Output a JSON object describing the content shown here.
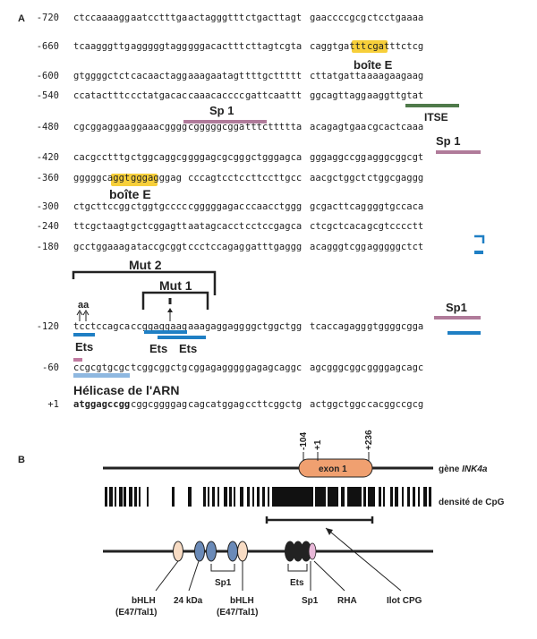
{
  "panel_a": {
    "label": "A",
    "rows": [
      {
        "num": "-720",
        "seq": [
          "ctccaaaagg",
          "aatcctttga",
          "actagggttt",
          "ctgacttagt",
          "gaaccccgcg",
          "ctcctgaaaa"
        ]
      },
      {
        "num": "-660",
        "seq": [
          "tcaagggttg",
          "agggggtagg",
          "gggacacttt",
          "cttagtcgta",
          "caggtgattt",
          "cgatttctcg"
        ]
      },
      {
        "num": "-600",
        "seq": [
          "gtggggctct",
          "cacaactagg",
          "aaagaatagt",
          "tttgcttttt",
          "cttatgatta",
          "aaagaagaag"
        ]
      },
      {
        "num": "-540",
        "seq": [
          "ccatactttc",
          "cctatgacac",
          "caaacacccc",
          "gattcaattt",
          "ggcagttagg",
          "aaggttgtat"
        ]
      },
      {
        "num": "-480",
        "seq": [
          "cgcggaggaa",
          "ggaaacgggg",
          "cgggggcgga",
          "tttcttttta",
          "acagagtgaa",
          "cgcactcaaa"
        ]
      },
      {
        "num": "-420",
        "seq": [
          "cacgcctttg",
          "ctggcaggcg",
          "gggagcgcgg",
          "gctgggagca",
          "gggaggccgg",
          "agggcggcgt"
        ]
      },
      {
        "num": "-360",
        "seq": [
          "gggggcaggt",
          "gggagggag",
          "cccagtcctc",
          "cttccttgcc",
          "aacgctggct",
          "ctggcgaggg"
        ]
      },
      {
        "num": "-300",
        "seq": [
          "ctgcttccgg",
          "ctggtgcccc",
          "cgggggagac",
          "ccaacctggg",
          "gcgacttcag",
          "gggtgccaca"
        ]
      },
      {
        "num": "-240",
        "seq": [
          "ttcgctaagt",
          "gctcggagtt",
          "aatagcacct",
          "cctccgagca",
          "ctcgctcaca",
          "gcgtcccctt"
        ]
      },
      {
        "num": "-180",
        "seq": [
          "gcctggaaag",
          "ataccgcggt",
          "ccctccagag",
          "gatttgaggg",
          "acagggtcgg",
          "agggggctct"
        ]
      },
      {
        "num": "-120",
        "seq": [
          "tcctccagca",
          "ccggaggaag",
          "aaagaggagg",
          "ggctggctgg",
          "tcaccagagg",
          "gtggggcgga"
        ]
      },
      {
        "num": "-60",
        "seq": [
          "ccgcgtgcgc",
          "tcggcggctg",
          "cggagagggg",
          "gagagcaggc",
          "agcgggcggc",
          "ggggagcagc"
        ]
      },
      {
        "num": "+1",
        "seq": [
          "atggagccgg",
          "cggcggggag",
          "cagcatggag",
          "ccttcggctg",
          "actggctggc",
          "cacggccgcg"
        ]
      }
    ],
    "labels": {
      "boite_e_1": "boîte E",
      "boite_e_2": "boîte E",
      "sp1_a": "Sp 1",
      "sp1_b": "Sp 1",
      "sp1_c": "Sp1",
      "itse": "ITSE",
      "mut2": "Mut 2",
      "mut1": "Mut 1",
      "aa": "aa",
      "ets_1": "Ets",
      "ets_2": "Ets",
      "ets_3": "Ets",
      "helicase": "Hélicase de l'ARN"
    },
    "colors": {
      "ebox_highlight": "#f7cf3a",
      "sp1_bar": "#b07b9a",
      "itse_bar": "#4f7a4a",
      "ets_bar": "#1f7fc4",
      "helicase_bar": "#8fb8e0",
      "pink_small": "#c07aa0"
    }
  },
  "panel_b": {
    "label": "B",
    "gene_label_prefix": "gène ",
    "gene_label_name": "INK4a",
    "exon_label": "exon 1",
    "coord_1": "-104",
    "coord_2": "+1",
    "coord_3": "+236",
    "cpg_density_label": "densité de CpG",
    "cpg_island_label": "Ilot CPG",
    "site_labels": {
      "bhlh_left_1": "bHLH",
      "bhlh_left_2": "(E47/Tal1)",
      "kda": "24 kDa",
      "sp1_mid": "Sp1",
      "bhlh_right_1": "bHLH",
      "bhlh_right_2": "(E47/Tal1)",
      "ets": "Ets",
      "sp1_right": "Sp1",
      "rha": "RHA"
    },
    "colors": {
      "exon_fill": "#f0a070",
      "bhlh_fill": "#f8dcc4",
      "kda_fill": "#6a8ab8",
      "sp1_mid_fill": "#6a8ab8",
      "ets_fill": "#222222",
      "sp1_right_fill": "#e8b8d8"
    }
  }
}
